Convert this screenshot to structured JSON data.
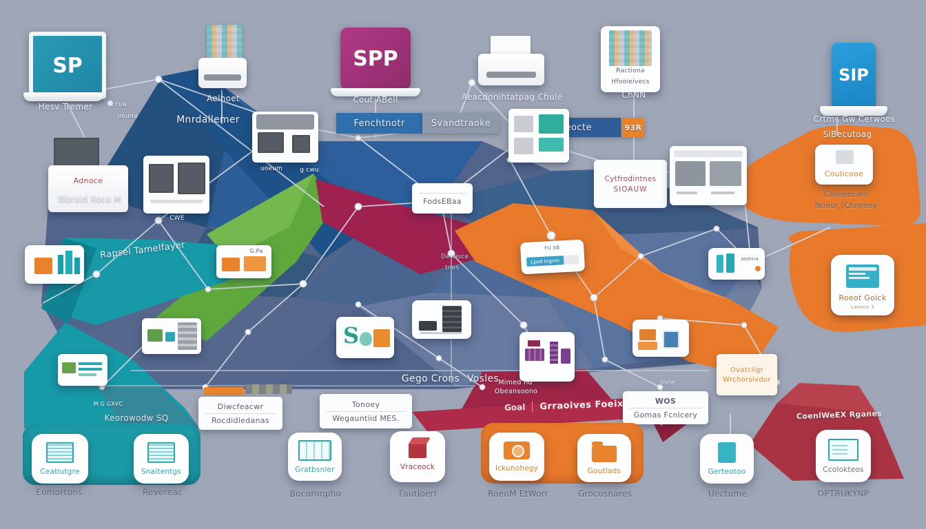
{
  "palette": {
    "background": "#9da5b6",
    "navy": "#24507e",
    "blue": "#2d5f9a",
    "teal": "#1b9aa6",
    "green": "#5ea83c",
    "crimson": "#9e2150",
    "orange": "#e8792a",
    "red": "#a93342",
    "banner_blue": "#2f6fae",
    "banner_gray": "#8e99ab"
  },
  "top": {
    "sp_laptop": {
      "screen_text": "SP",
      "caption": "Hesv Tremer"
    },
    "scanner": {
      "caption": "Aelnoet"
    },
    "spp_laptop": {
      "screen_text": "SPP",
      "caption": "Cout ABell"
    },
    "printer": {
      "caption": "Aeacdonihtatpag Chule"
    },
    "grid_card": {
      "line1": "Ractiona",
      "line2": "Hfooieivecs",
      "caption": "ChNN"
    },
    "sip_laptop": {
      "screen_text": "SIP",
      "caption": "Crtms Gw Cerwoos"
    }
  },
  "upper": {
    "mnrdallemer": "Mnrdallemer",
    "tiny_a_cua": "a cua",
    "tiny_uouna": "uouna",
    "fenchtnotr": "Fenchtnotr",
    "svandtraoke": "Svandtraoke",
    "tarreocte": "Tarreocte",
    "badge": "93R",
    "sneecutong": "SiBecutoag"
  },
  "left": {
    "copier": {
      "text": "Adnoce",
      "caption": "Woraid Koca M"
    },
    "dual_screen": {
      "caption": "CWE"
    },
    "top_device": {
      "caption_left": "uoeum",
      "caption_right": "g cwu"
    }
  },
  "right": {
    "sioauw_box": {
      "line1": "Cytfrodintnes",
      "line2": "SIOAUW"
    },
    "coulicooe_box": {
      "text": "Coulicooe",
      "caption1": "Creeoncies",
      "caption2": "Noeor (Chnreey"
    }
  },
  "mid": {
    "ribbon_teal": "Rapsel Tamelfayer",
    "gpa_card": "G.Pa",
    "fode_box": "FodsEBaa",
    "denasce": {
      "line1": "Denasce",
      "line2": "tnes"
    },
    "progress_card": {
      "tiny": "FU SB",
      "bar": "Lpod krgmh"
    },
    "battery_card": "aomna",
    "rock_card": {
      "title": "Roeot Goick",
      "sub": "Lavece 3"
    }
  },
  "lower": {
    "gege": "Gego Crons",
    "vosles": "Vosles",
    "mimed": {
      "line1": "Mimed hd",
      "line2": "Obeansoono"
    },
    "goal": "Goal",
    "grraoives": "Grraoives Foeix",
    "yosesext": "Yosesext Eboy",
    "keorowodw": "Keorowodw SQ",
    "mggxvc": "M G GXVC",
    "diwc_box": {
      "line1": "Diwcfeacwr",
      "line2": "Rocdidledanas"
    },
    "tonoey_box": {
      "line1": "Tonoey",
      "line2": "Wegauntiid MES."
    },
    "wos_box": {
      "line1": "WOS",
      "line2": "Gomas Fcnicery"
    },
    "tiny_tone": "tone",
    "ovatcligr_box": {
      "line1": "Ovatcligr",
      "line2": "Wrchorsivdor"
    },
    "coenl_ribbon": "CoenlWeEX Rganes"
  },
  "bottom_cards": [
    {
      "title": "Ceatlutgre",
      "caption": "Eomortons"
    },
    {
      "title": "Snaitentgs",
      "caption": "Revereac"
    },
    {
      "title": "Gratbsnler",
      "caption": "Bocoronpho"
    },
    {
      "title": "Vraceock",
      "caption": "Fautloert"
    },
    {
      "title": "Ickunohegy",
      "caption": "RoeoM EtWorr"
    },
    {
      "title": "Goutlads",
      "caption": "Grocosnares"
    },
    {
      "title": "Gerteotoo",
      "caption": "Uectume"
    },
    {
      "title": "Ccolokteos",
      "caption": "OPTRUKYNP"
    }
  ]
}
